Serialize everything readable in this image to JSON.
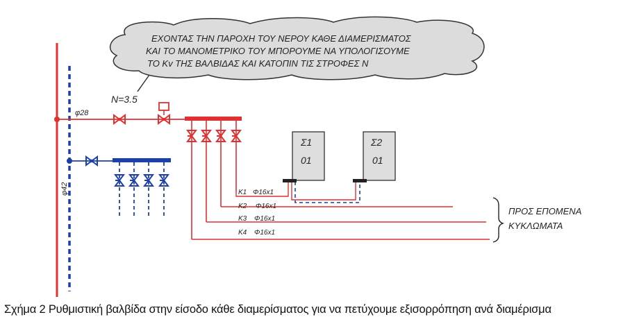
{
  "cloud": {
    "lines": [
      "ΕΧΟΝΤΑΣ ΤΗΝ ΠΑΡΟΧΗ ΤΟΥ ΝΕΡΟΥ ΚΑΘΕ ΔΙΑΜΕΡΙΣΜΑΤΟΣ",
      "ΚΑΙ ΤΟ ΜΑΝΟΜΕΤΡΙΚΟ ΤΟΥ ΜΠΟΡΟΥΜΕ ΝΑ ΥΠΟΛΟΓΙΣΟΥΜΕ",
      "ΤΟ Kv ΤΗΣ ΒΑΛΒΙΔΑΣ ΚΑΙ ΚΑΤΟΠΙΝ ΤΙΣ ΣΤΡΟΦΕΣ Ν"
    ]
  },
  "labels": {
    "n_value": "N=3.5",
    "pipe_main": "φ28",
    "riser": "φ42"
  },
  "units": [
    {
      "name": "Σ1",
      "code": "01"
    },
    {
      "name": "Σ2",
      "code": "01"
    }
  ],
  "circuits": [
    {
      "id": "K1",
      "size": "Φ16x1"
    },
    {
      "id": "K2",
      "size": "Φ16x1"
    },
    {
      "id": "K3",
      "size": "Φ16x1"
    },
    {
      "id": "K4",
      "size": "Φ16x1"
    }
  ],
  "next_circuits": [
    "ΠΡΟΣ ΕΠΟΜΕΝΑ",
    "ΚΥΚΛΩΜΑΤΑ"
  ],
  "caption": "Σχήμα 2 Ρυθμιστική βαλβίδα στην είσοδο κάθε διαμερίσματος για να πετύχουμε εξισορρόπηση ανά διαμέρισμα",
  "colors": {
    "supply": "#e03030",
    "return": "#1c3fa8",
    "cloud": "#dcdcdc"
  }
}
